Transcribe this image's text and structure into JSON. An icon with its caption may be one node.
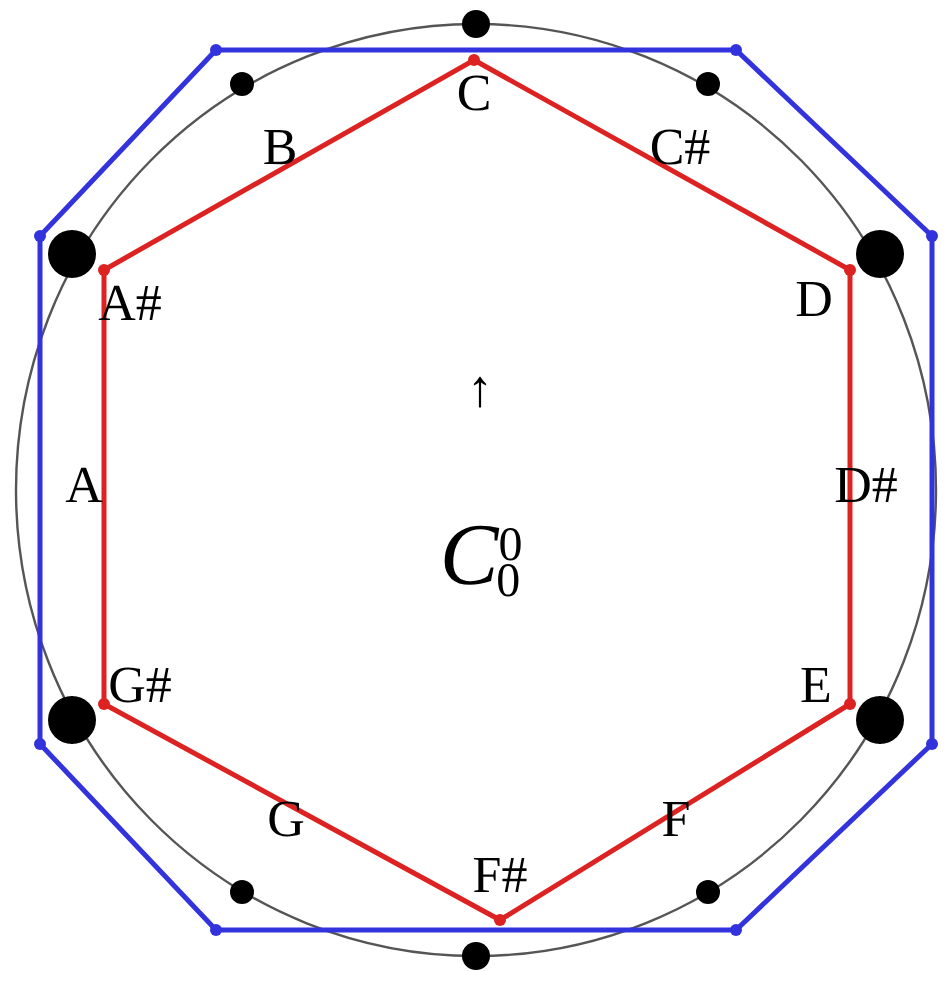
{
  "diagram": {
    "labels": [
      "C",
      "B",
      "C#",
      "A#",
      "D",
      "↑",
      "A",
      "D#",
      "*C*$^{0}$$_{0}$",
      "G#",
      "E",
      "G",
      "F",
      "F#"
    ]
  }
}
